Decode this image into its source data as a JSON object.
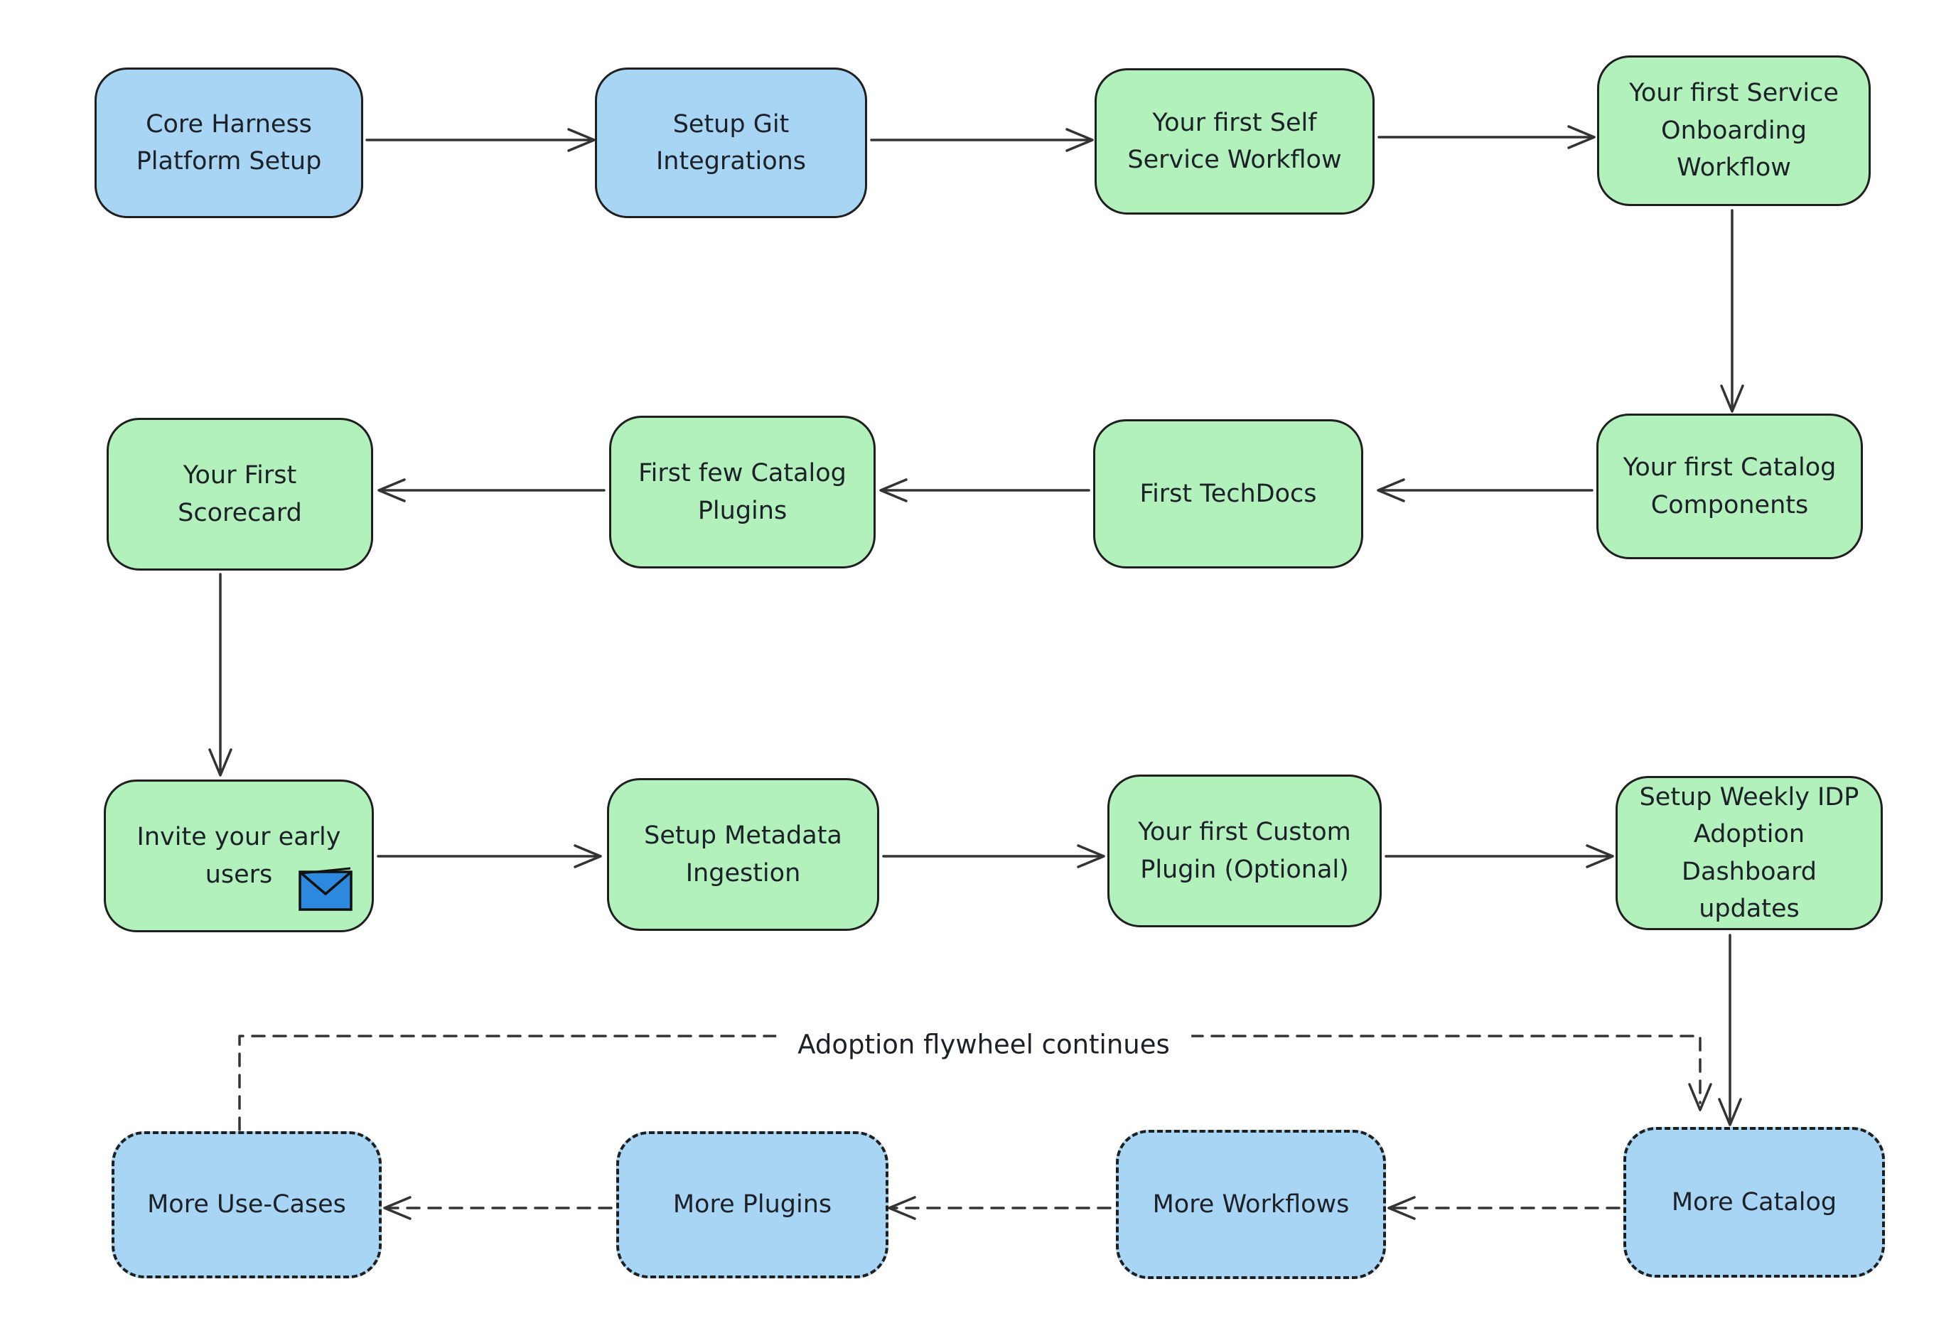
{
  "diagram": {
    "flywheel_label": "Adoption flywheel continues",
    "colors": {
      "node_blue": "#a9d5f5",
      "node_green": "#b2f0bc",
      "outline": "#1f1f1f",
      "arrow": "#333333",
      "envelope_blue": "#2d89dd"
    },
    "nodes": [
      {
        "id": "core-harness-platform-setup",
        "label": "Core Harness Platform Setup",
        "variant": "blue",
        "border": "solid"
      },
      {
        "id": "setup-git-integrations",
        "label": "Setup Git Integrations",
        "variant": "blue",
        "border": "solid"
      },
      {
        "id": "first-self-service-workflow",
        "label": "Your first Self Service Workflow",
        "variant": "green",
        "border": "solid"
      },
      {
        "id": "first-service-onboarding-workflow",
        "label": "Your first Service Onboarding Workflow",
        "variant": "green",
        "border": "solid"
      },
      {
        "id": "first-scorecard",
        "label": "Your First Scorecard",
        "variant": "green",
        "border": "solid"
      },
      {
        "id": "first-few-catalog-plugins",
        "label": "First few Catalog Plugins",
        "variant": "green",
        "border": "solid"
      },
      {
        "id": "first-techdocs",
        "label": "First TechDocs",
        "variant": "green",
        "border": "solid"
      },
      {
        "id": "first-catalog-components",
        "label": "Your first Catalog Components",
        "variant": "green",
        "border": "solid"
      },
      {
        "id": "invite-early-users",
        "label": "Invite your early users",
        "variant": "green",
        "border": "solid",
        "icon": "envelope"
      },
      {
        "id": "setup-metadata-ingestion",
        "label": "Setup Metadata Ingestion",
        "variant": "green",
        "border": "solid"
      },
      {
        "id": "first-custom-plugin",
        "label": "Your first Custom Plugin (Optional)",
        "variant": "green",
        "border": "solid"
      },
      {
        "id": "setup-weekly-idp-dashboard",
        "label": "Setup Weekly IDP Adoption Dashboard updates",
        "variant": "green",
        "border": "solid"
      },
      {
        "id": "more-use-cases",
        "label": "More Use-Cases",
        "variant": "blue",
        "border": "dashed"
      },
      {
        "id": "more-plugins",
        "label": "More Plugins",
        "variant": "blue",
        "border": "dashed"
      },
      {
        "id": "more-workflows",
        "label": "More Workflows",
        "variant": "blue",
        "border": "dashed"
      },
      {
        "id": "more-catalog",
        "label": "More Catalog",
        "variant": "blue",
        "border": "dashed"
      }
    ]
  }
}
